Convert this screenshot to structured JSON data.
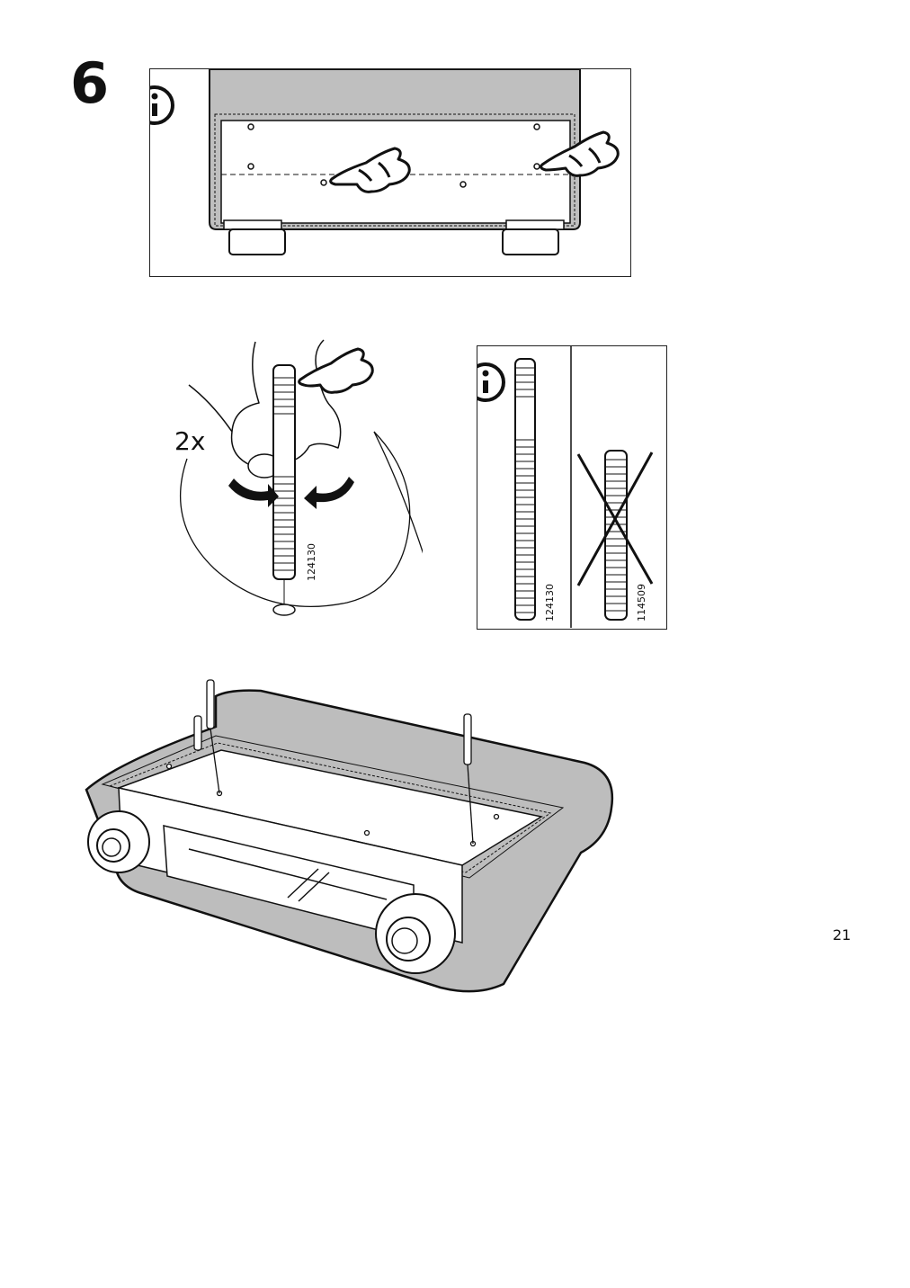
{
  "step": {
    "number": "6"
  },
  "info_icon": "info-icon",
  "screw_detail": {
    "quantity": "2x",
    "part_number": "124130"
  },
  "comparison_panel": {
    "correct_part": "124130",
    "incorrect_part": "114509"
  },
  "page": {
    "number": "21"
  },
  "colors": {
    "upholstery": "#bdbdbd",
    "line": "#222222",
    "paper": "#ffffff"
  }
}
